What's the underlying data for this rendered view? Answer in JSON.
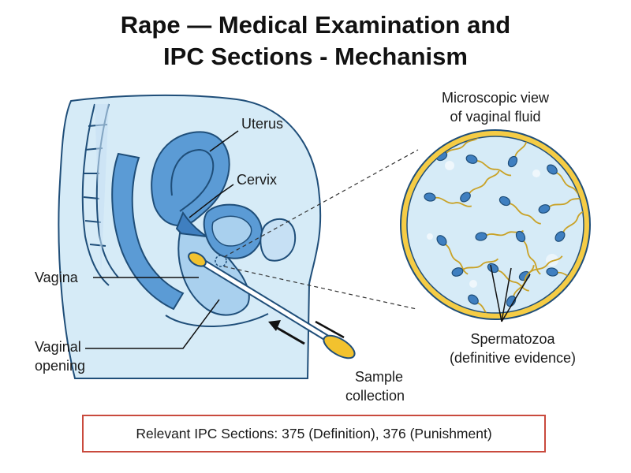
{
  "title": {
    "line1": "Rape — Medical Examination and",
    "line2": "IPC Sections - Mechanism"
  },
  "labels": {
    "uterus": "Uterus",
    "cervix": "Cervix",
    "vagina": "Vagina",
    "vaginal_opening_line1": "Vaginal",
    "vaginal_opening_line2": "opening",
    "sample_collection_line1": "Sample",
    "sample_collection_line2": "collection",
    "microscope_title_line1": "Microscopic view",
    "microscope_title_line2": "of vaginal fluid",
    "spermatozoa_line1": "Spermatozoa",
    "spermatozoa_line2": "(definitive evidence)"
  },
  "footer": {
    "ipc_text": "Relevant IPC Sections: 375 (Definition), 376 (Punishment)"
  },
  "colors": {
    "outline": "#1f4e79",
    "tissue_light": "#d6ebf7",
    "tissue_mid": "#a9d0ee",
    "organ_blue": "#5b9bd5",
    "organ_dark": "#3f7fc0",
    "swab_tip": "#f2c22e",
    "microscope_ring": "#f5cc45",
    "box_border": "#c94a3d"
  }
}
